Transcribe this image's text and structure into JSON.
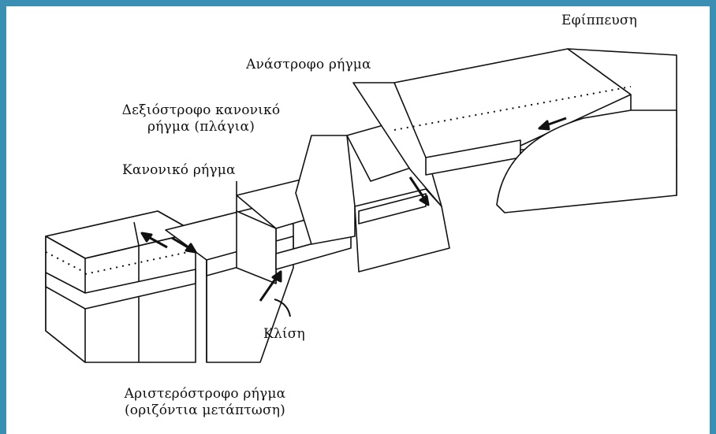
{
  "labels": {
    "overthrust": "Εφίππευση",
    "reverse_fault": "Ανάστροφο ρήγμα",
    "dextral_oblique_line1": "Δεξιόστροφο κανονικό",
    "dextral_oblique_line2": "ρήγμα (πλάγια)",
    "normal_fault": "Κανονικό ρήγμα",
    "dip": "Κλίση",
    "sinistral_line1": "Αριστερόστροφο ρήγμα",
    "sinistral_line2": "(οριζόντια μετάπτωση)"
  },
  "colors": {
    "frame": "#3a8fb3",
    "background": "#ffffff",
    "ink": "#111111"
  }
}
